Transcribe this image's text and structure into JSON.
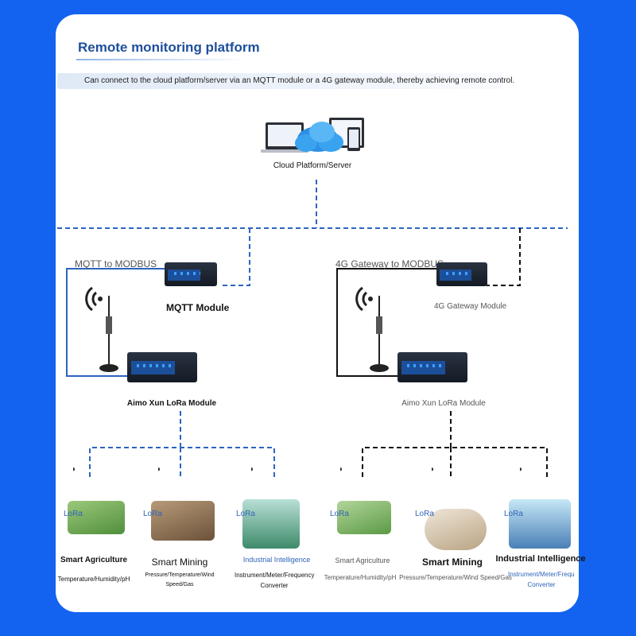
{
  "header": {
    "title": "Remote monitoring platform",
    "subtitle": "Can connect to the cloud platform/server via an MQTT module or a 4G gateway module, thereby achieving remote control."
  },
  "cloud": {
    "label": "Cloud Platform/Server"
  },
  "left_branch": {
    "tag": "MQTT to MODBUS",
    "module_label": "MQTT Module",
    "lora_module_label": "Aimo Xun LoRa Module",
    "nodes": [
      {
        "lora": "LoRa",
        "title": "Smart Agriculture",
        "desc": "Temperature/Humidity/pH"
      },
      {
        "lora": "LoRa",
        "title": "Smart Mining",
        "desc": "Pressure/Temperature/Wind Speed/Gas"
      },
      {
        "lora": "LoRa",
        "title": "Industrial Intelligence",
        "desc": "Instrument/Meter/Frequency Converter"
      }
    ]
  },
  "right_branch": {
    "tag": "4G Gateway to MODBUS",
    "module_label": "4G Gateway Module",
    "lora_module_label": "Aimo Xun LoRa Module",
    "nodes": [
      {
        "lora": "LoRa",
        "title": "Smart Agriculture",
        "desc": "Temperature/Humidity/pH"
      },
      {
        "lora": "LoRa",
        "title": "Smart Mining",
        "desc": "Pressure/Temperature/Wind Speed/Gas"
      },
      {
        "lora": "LoRa",
        "title": "Industrial Intelligence",
        "desc": "Instrument/Meter/Frequency Converter"
      }
    ]
  },
  "colors": {
    "background": "#1463f0",
    "title": "#1d4f9c",
    "line_blue": "#2b64c0",
    "line_black": "#111111",
    "lora_text": "#2f64b8"
  }
}
